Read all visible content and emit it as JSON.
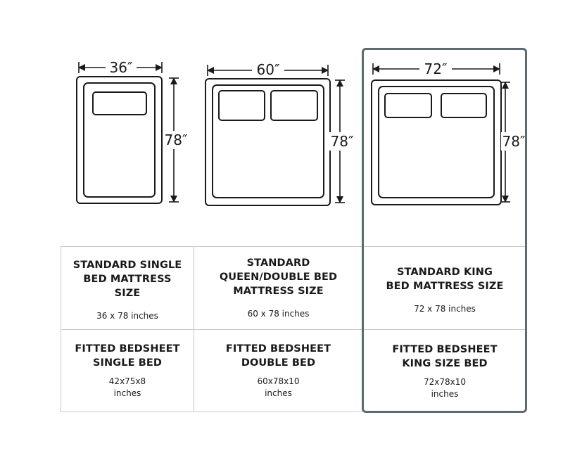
{
  "beds": [
    {
      "width_label": "36″",
      "length_label": "78″",
      "title": "STANDARD SINGLE\nBED MATTRESS SIZE",
      "size": "36 x 78 inches",
      "pillows": 1
    },
    {
      "width_label": "60″",
      "length_label": "78″",
      "title": "STANDARD\nQUEEN/DOUBLE BED\nMATTRESS SIZE",
      "size": "60 x 78 inches",
      "pillows": 2
    },
    {
      "width_label": "72″",
      "length_label": "78″",
      "title": "STANDARD KING\nBED MATTRESS SIZE",
      "size": "72 x 78 inches",
      "pillows": 2
    }
  ],
  "sheets": [
    {
      "title": "FITTED BEDSHEET\nSINGLE BED",
      "size": "42x75x8\ninches"
    },
    {
      "title": "FITTED BEDSHEET\nDOUBLE BED",
      "size": "60x78x10\ninches"
    },
    {
      "title": "FITTED BEDSHEET\nKING SIZE BED",
      "size": "72x78x10\ninches"
    }
  ],
  "colors": {
    "stroke": "#1a1a1a",
    "grid": "#c9c9c9",
    "highlight": "#5b6b70"
  },
  "highlighted_column": 3
}
